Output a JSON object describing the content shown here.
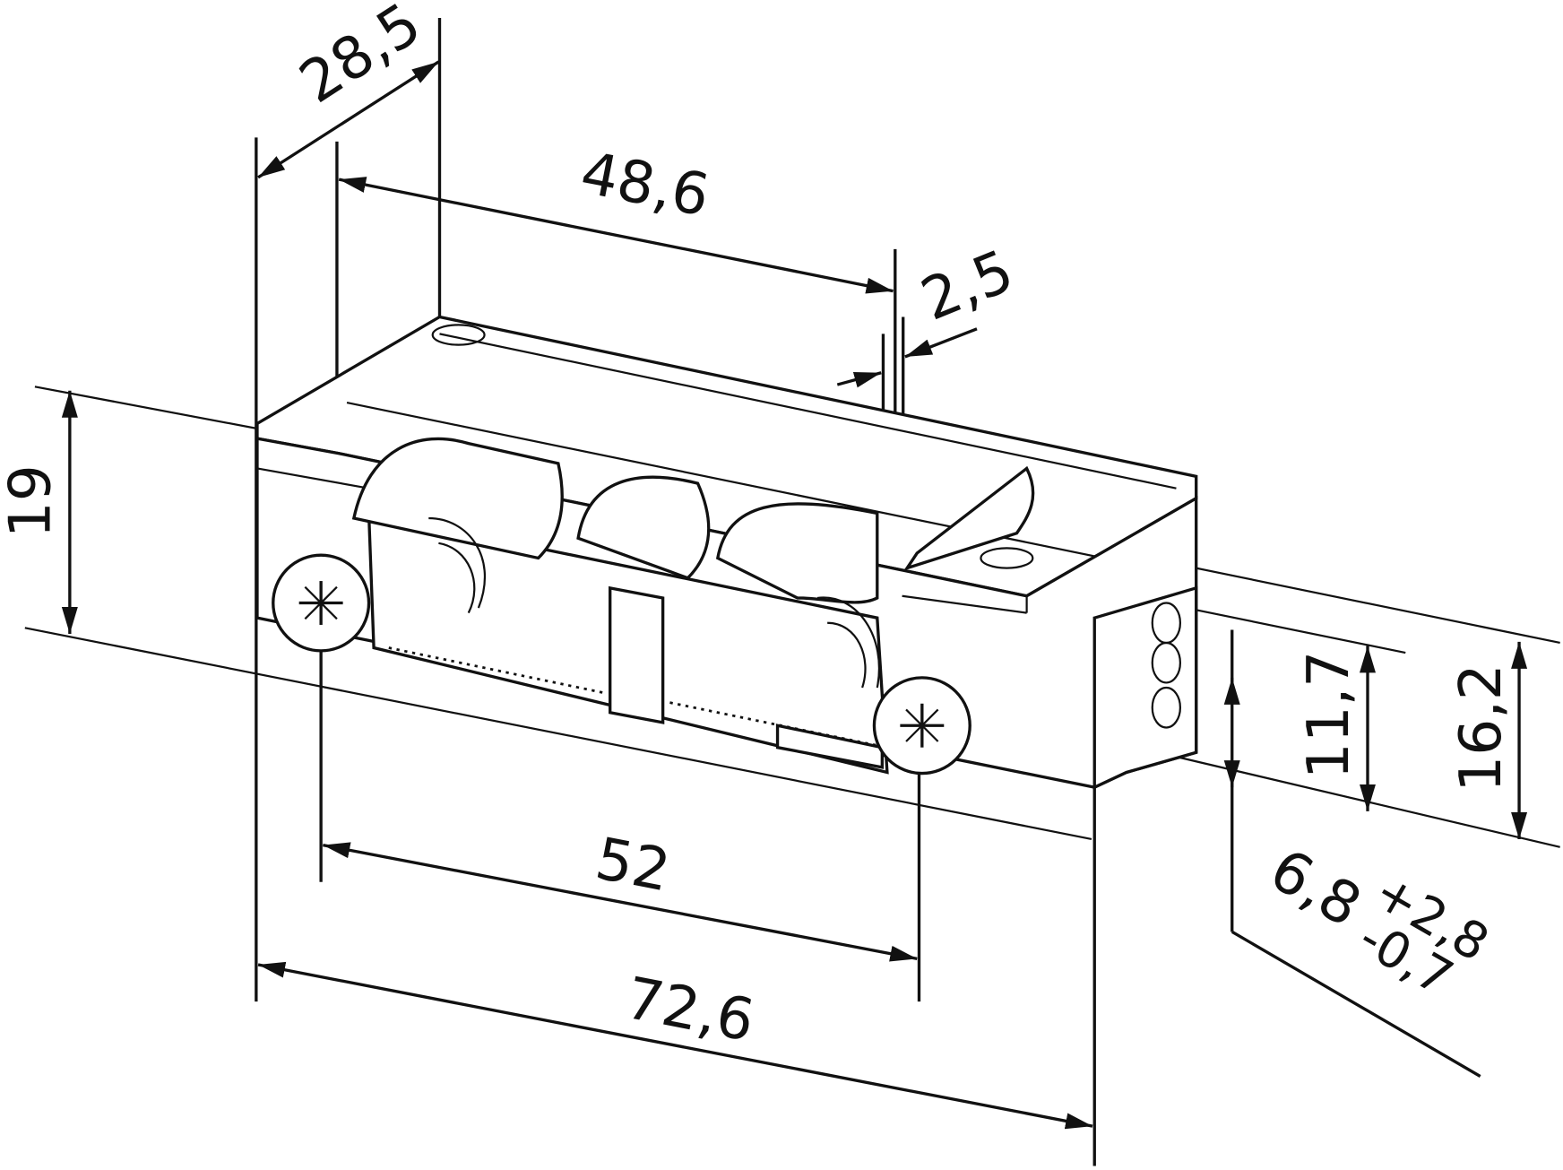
{
  "drawing": {
    "subject": "electric door strike isometric dimension drawing",
    "units": "mm",
    "line_color": "#111111",
    "background": "#ffffff"
  },
  "dimensions": {
    "depth": "28,5",
    "inner_length": "48,6",
    "lip": "2,5",
    "height": "19",
    "screw_spacing": "52",
    "total_length": "72,6",
    "mid_height": "11,7",
    "end_height": "16,2",
    "latch_offset": "6,8",
    "latch_tol_plus": "+2,8",
    "latch_tol_minus": "-0,7"
  }
}
